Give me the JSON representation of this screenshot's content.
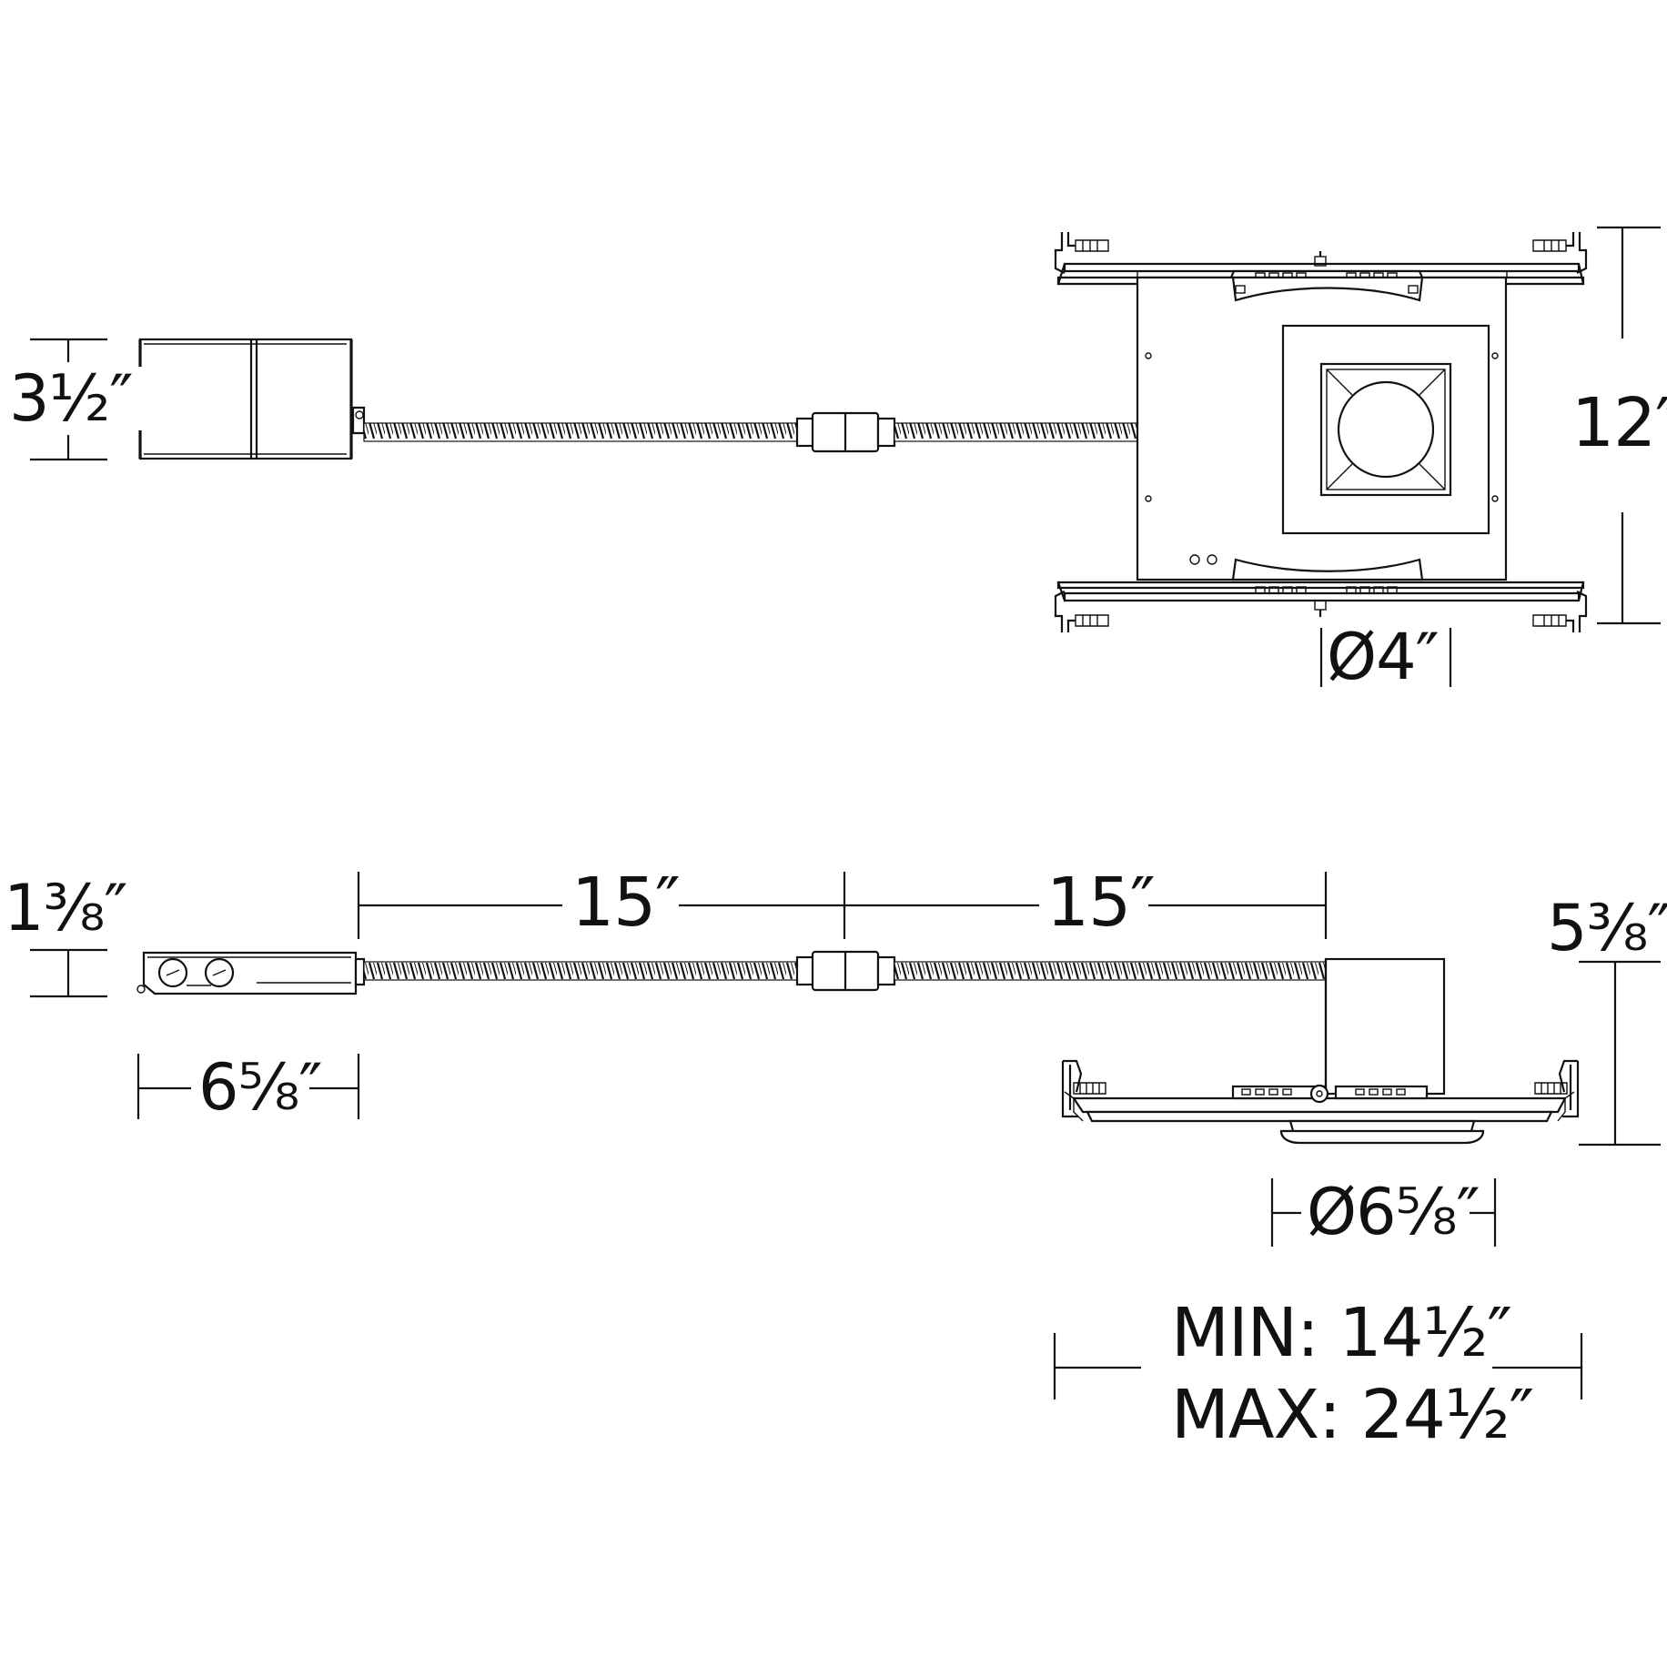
{
  "top_view": {
    "driver_height": "3½″",
    "housing_length": "12″",
    "aperture": "Ø4″"
  },
  "side_view": {
    "driver_height": "1⅜″",
    "cable_left": "15″",
    "cable_right": "15″",
    "driver_length": "6⅝″",
    "housing_height": "5⅜″",
    "trim_diameter": "Ø6⅝″",
    "bar_min": "MIN: 14½″",
    "bar_max": "MAX: 24½″"
  }
}
